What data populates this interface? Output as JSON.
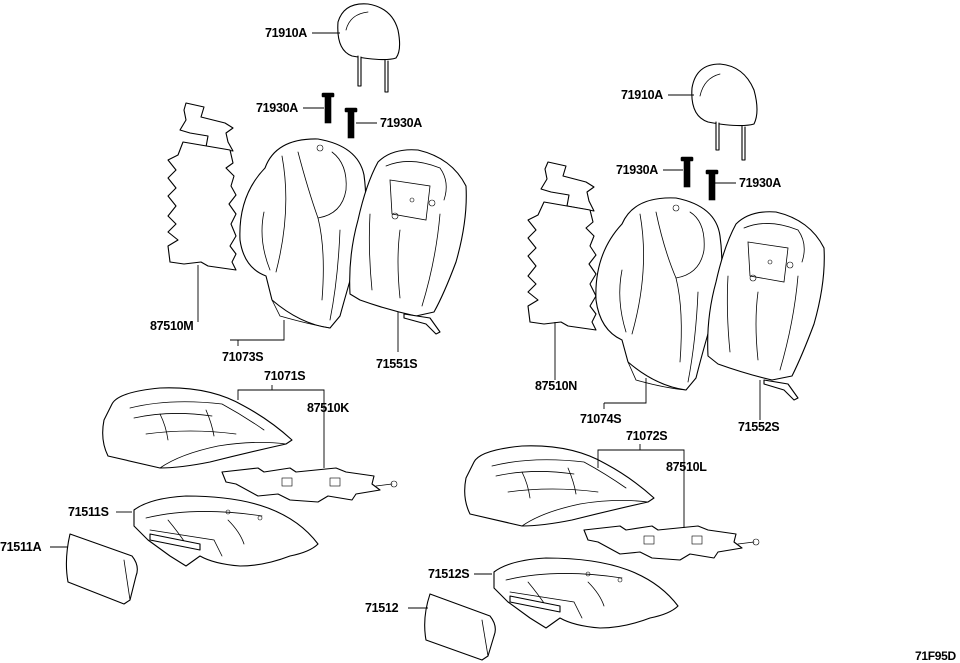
{
  "labels": {
    "headrest_left": "71910A",
    "headrest_right": "71910A",
    "pin_l1": "71930A",
    "pin_l2": "71930A",
    "pin_r1": "71930A",
    "pin_r2": "71930A",
    "heater_back_left": "87510M",
    "heater_back_right": "87510N",
    "back_cover_left": "71073S",
    "back_cover_right": "71074S",
    "back_pad_left": "71551S",
    "back_pad_right": "71552S",
    "cushion_cover_left": "71071S",
    "cushion_cover_right": "71072S",
    "heater_cushion_left": "87510K",
    "heater_cushion_right": "87510L",
    "cushion_pad_left": "71511S",
    "cushion_pad_right": "71512S",
    "cushion_side_left": "71511A",
    "cushion_side_right": "71512"
  },
  "diagram_code": "71F95D"
}
